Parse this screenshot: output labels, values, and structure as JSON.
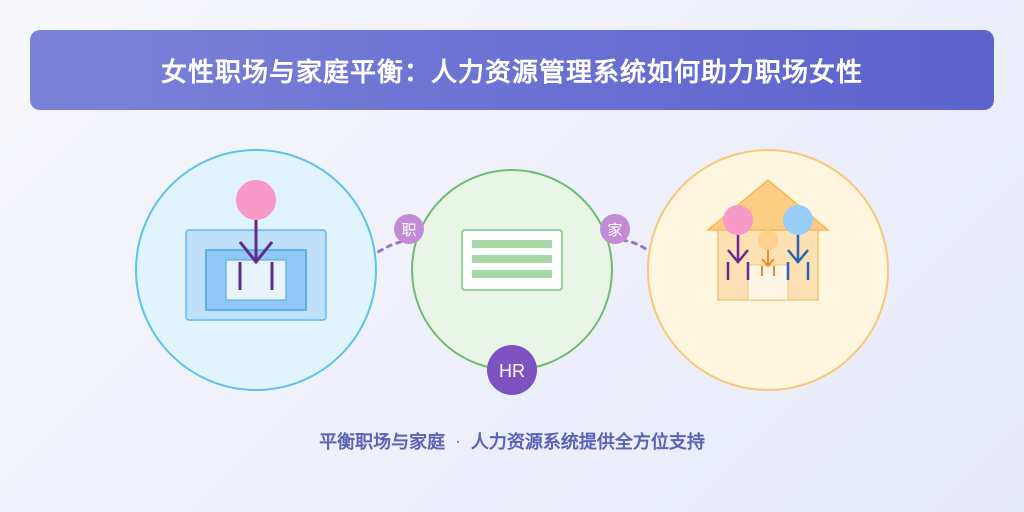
{
  "banner": {
    "title": "女性职场与家庭平衡：人力资源管理系统如何助力职场女性"
  },
  "connectors": {
    "left_badge": "职",
    "right_badge": "家"
  },
  "hr_badge": "HR",
  "caption": {
    "left": "平衡职场与家庭",
    "separator": "·",
    "right": "人力资源系统提供全方位支持"
  },
  "colors": {
    "workplace_circle_fill": "#e1f3fd",
    "workplace_circle_stroke": "#5cc3ea",
    "hr_circle_fill": "#e8f5e7",
    "hr_circle_stroke": "#6cbe6d",
    "home_circle_fill": "#fff6df",
    "home_circle_stroke": "#f8c877",
    "badge_purple": "#7e52c1",
    "badge_light_purple": "#c38bd6",
    "dotted_line": "#9a74cf"
  }
}
